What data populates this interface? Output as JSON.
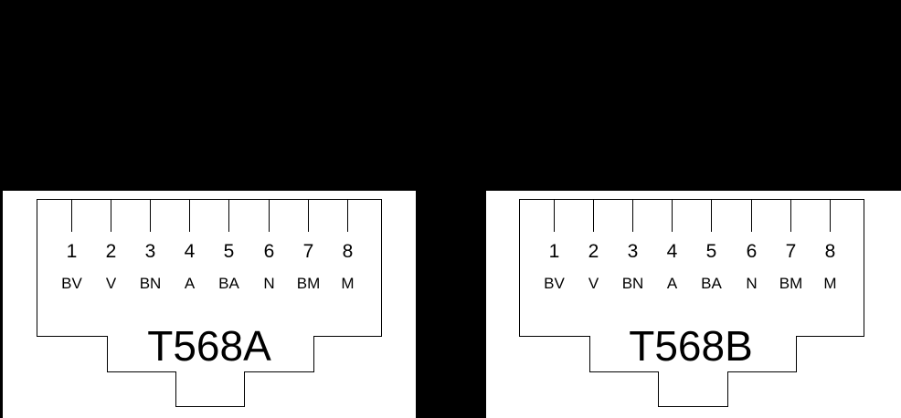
{
  "page": {
    "background": "#000000",
    "panel_color": "#ffffff",
    "line_color": "#000000"
  },
  "connectors": [
    {
      "title": "T568A",
      "pins": [
        {
          "number": "1",
          "color": "BV"
        },
        {
          "number": "2",
          "color": "V"
        },
        {
          "number": "3",
          "color": "BN"
        },
        {
          "number": "4",
          "color": "A"
        },
        {
          "number": "5",
          "color": "BA"
        },
        {
          "number": "6",
          "color": "N"
        },
        {
          "number": "7",
          "color": "BM"
        },
        {
          "number": "8",
          "color": "M"
        }
      ]
    },
    {
      "title": "T568B",
      "pins": [
        {
          "number": "1",
          "color": "BV"
        },
        {
          "number": "2",
          "color": "V"
        },
        {
          "number": "3",
          "color": "BN"
        },
        {
          "number": "4",
          "color": "A"
        },
        {
          "number": "5",
          "color": "BA"
        },
        {
          "number": "6",
          "color": "N"
        },
        {
          "number": "7",
          "color": "BM"
        },
        {
          "number": "8",
          "color": "M"
        }
      ]
    }
  ]
}
